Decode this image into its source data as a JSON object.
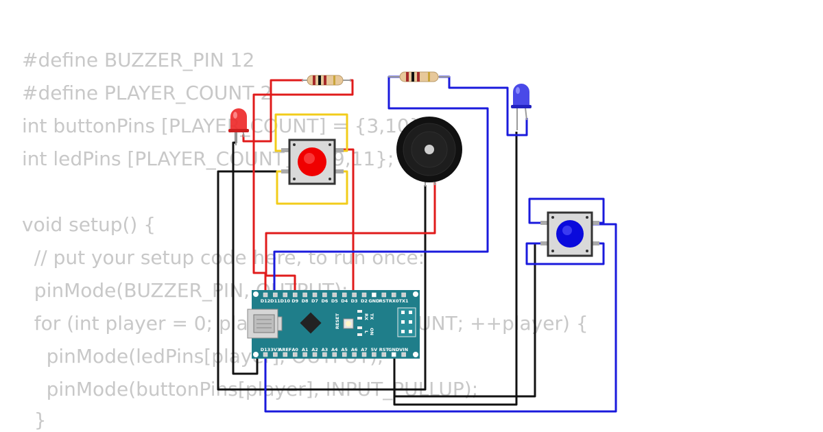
{
  "code": {
    "lines": [
      "#define BUZZER_PIN 12",
      "#define PLAYER_COUNT 2",
      "int buttonPins [PLAYER_COUNT] = {3,10};",
      "int ledPins [PLAYER_COUNT] = {9,11};",
      "",
      "void setup() {",
      "  // put your setup code here, to run once:",
      "  pinMode(BUZZER_PIN, OUTPUT);",
      "  for (int player = 0; player < PLAYER_COUNT; ++player) {",
      "    pinMode(ledPins[player], OUTPUT);",
      "    pinMode(buttonPins[player], INPUT_PULLUP);",
      "  }"
    ]
  },
  "board": {
    "name": "Arduino Nano",
    "top_pins": [
      "D12",
      "D11",
      "D10",
      "D9",
      "D8",
      "D7",
      "D6",
      "D5",
      "D4",
      "D3",
      "D2",
      "GND",
      "RST",
      "RX0",
      "TX1"
    ],
    "bottom_pins": [
      "D13",
      "3V3",
      "AREF",
      "A0",
      "A1",
      "A2",
      "A3",
      "A4",
      "A5",
      "A6",
      "A7",
      "5V",
      "RST",
      "GND",
      "VIN"
    ],
    "reset_label": "RESET",
    "led_labels": [
      "TX",
      "RX",
      "ON",
      "L"
    ]
  },
  "components": {
    "red_led": "red LED",
    "blue_led": "blue LED",
    "red_button": "red pushbutton",
    "blue_button": "blue pushbutton",
    "buzzer": "piezo buzzer",
    "resistor_left": "resistor",
    "resistor_right": "resistor"
  },
  "colors": {
    "code_text": "#c8c8c8",
    "wire_red": "#e01b1b",
    "wire_blue": "#1a1adc",
    "wire_black": "#111111",
    "wire_yellow": "#f2cc1a",
    "board": "#1f7e8a"
  }
}
